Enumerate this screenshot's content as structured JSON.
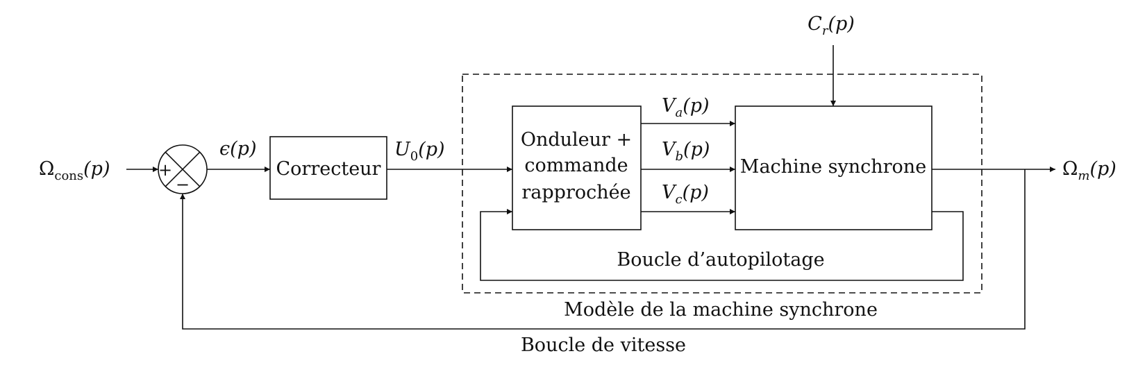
{
  "blocks": {
    "correcteur": "Correcteur",
    "onduleur_line1": "Onduleur +",
    "onduleur_line2": "commande",
    "onduleur_line3": "rapprochée",
    "machine": "Machine synchrone"
  },
  "summator": {
    "plus": "+",
    "minus": "−"
  },
  "signals": {
    "input_symbol": "Ω",
    "input_subscript": "cons",
    "input_arg": "(p)",
    "error_symbol": "ϵ",
    "error_arg": "(p)",
    "u0_symbol": "U",
    "u0_subscript": "0",
    "u0_arg": "(p)",
    "va_symbol": "V",
    "va_subscript": "a",
    "va_arg": "(p)",
    "vb_symbol": "V",
    "vb_subscript": "b",
    "vb_arg": "(p)",
    "vc_symbol": "V",
    "vc_subscript": "c",
    "vc_arg": "(p)",
    "cr_symbol": "C",
    "cr_subscript": "r",
    "cr_arg": "(p)",
    "output_symbol": "Ω",
    "output_subscript": "m",
    "output_arg": "(p)"
  },
  "labels": {
    "autopilot_loop": "Boucle d’autopilotage",
    "machine_model": "Modèle de la machine synchrone",
    "speed_loop": "Boucle de vitesse"
  }
}
